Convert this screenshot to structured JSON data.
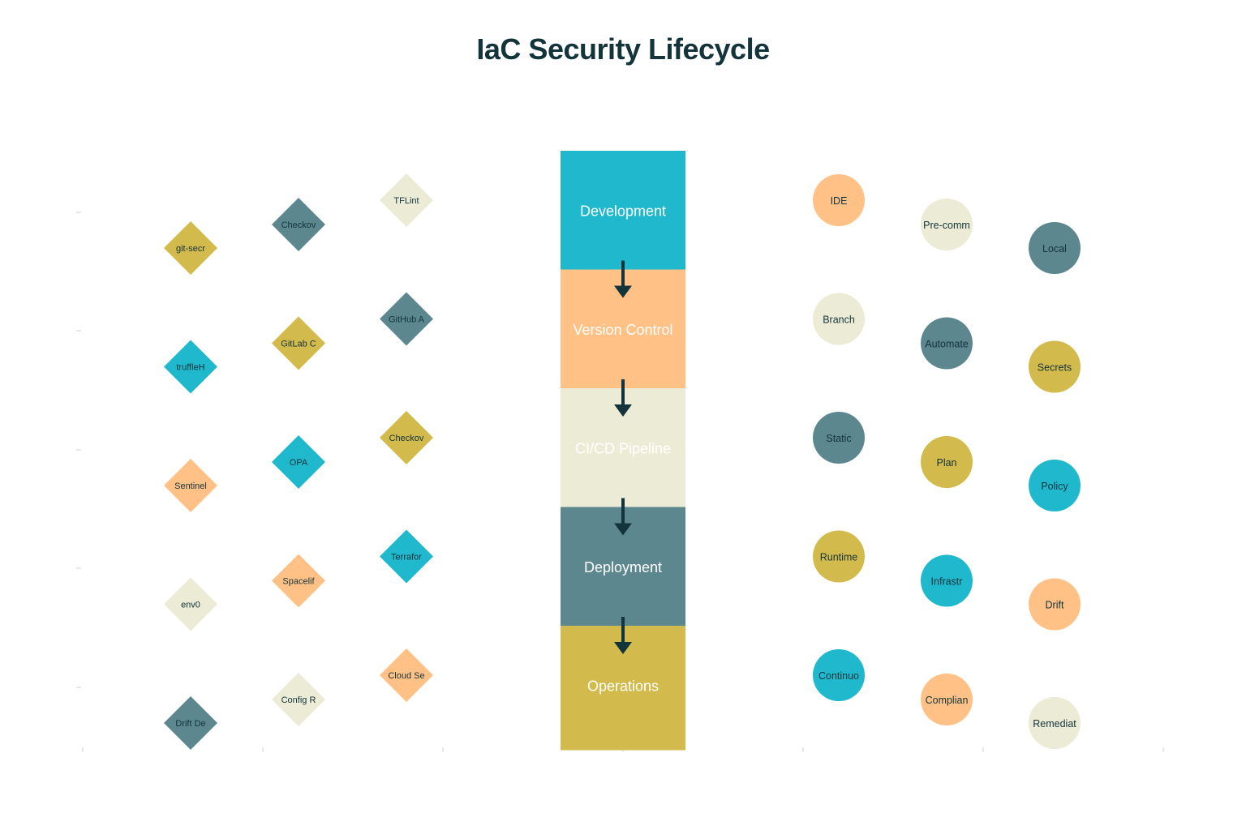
{
  "title": "IaC Security Lifecycle",
  "colors": {
    "teal": "#1fb8cd",
    "peach": "#ffc185",
    "cream": "#ecebd5",
    "slate": "#5d878f",
    "mustard": "#d2ba4c",
    "arrow": "#13343b",
    "text_dark": "#13343b",
    "text_light": "#ffffff"
  },
  "stages": [
    {
      "label": "Development",
      "color": "teal",
      "text": "text_light"
    },
    {
      "label": "Version Control",
      "color": "peach",
      "text": "text_light"
    },
    {
      "label": "CI/CD Pipeline",
      "color": "cream",
      "text": "text_light"
    },
    {
      "label": "Deployment",
      "color": "slate",
      "text": "text_light"
    },
    {
      "label": "Operations",
      "color": "mustard",
      "text": "text_light"
    }
  ],
  "tools": [
    {
      "label": "git-secr",
      "color": "mustard",
      "col": 0,
      "row": 0
    },
    {
      "label": "truffleH",
      "color": "teal",
      "col": 0,
      "row": 1
    },
    {
      "label": "Sentinel",
      "color": "peach",
      "col": 0,
      "row": 2
    },
    {
      "label": "env0",
      "color": "cream",
      "col": 0,
      "row": 3
    },
    {
      "label": "Drift De",
      "color": "slate",
      "col": 0,
      "row": 4
    },
    {
      "label": "Checkov",
      "color": "slate",
      "col": 1,
      "row": 0
    },
    {
      "label": "GitLab C",
      "color": "mustard",
      "col": 1,
      "row": 1
    },
    {
      "label": "OPA",
      "color": "teal",
      "col": 1,
      "row": 2
    },
    {
      "label": "Spacelif",
      "color": "peach",
      "col": 1,
      "row": 3
    },
    {
      "label": "Config R",
      "color": "cream",
      "col": 1,
      "row": 4
    },
    {
      "label": "TFLint",
      "color": "cream",
      "col": 2,
      "row": 0
    },
    {
      "label": "GitHub A",
      "color": "slate",
      "col": 2,
      "row": 1
    },
    {
      "label": "Checkov",
      "color": "mustard",
      "col": 2,
      "row": 2
    },
    {
      "label": "Terrafor",
      "color": "teal",
      "col": 2,
      "row": 3
    },
    {
      "label": "Cloud Se",
      "color": "peach",
      "col": 2,
      "row": 4
    }
  ],
  "practices": [
    {
      "label": "IDE",
      "color": "peach",
      "col": 0,
      "row": 0
    },
    {
      "label": "Branch",
      "color": "cream",
      "col": 0,
      "row": 1
    },
    {
      "label": "Static",
      "color": "slate",
      "col": 0,
      "row": 2
    },
    {
      "label": "Runtime",
      "color": "mustard",
      "col": 0,
      "row": 3
    },
    {
      "label": "Continuo",
      "color": "teal",
      "col": 0,
      "row": 4
    },
    {
      "label": "Pre-comm",
      "color": "cream",
      "col": 1,
      "row": 0
    },
    {
      "label": "Automate",
      "color": "slate",
      "col": 1,
      "row": 1
    },
    {
      "label": "Plan",
      "color": "mustard",
      "col": 1,
      "row": 2
    },
    {
      "label": "Infrastr",
      "color": "teal",
      "col": 1,
      "row": 3
    },
    {
      "label": "Complian",
      "color": "peach",
      "col": 1,
      "row": 4
    },
    {
      "label": "Local",
      "color": "slate",
      "col": 2,
      "row": 0
    },
    {
      "label": "Secrets",
      "color": "mustard",
      "col": 2,
      "row": 1
    },
    {
      "label": "Policy",
      "color": "teal",
      "col": 2,
      "row": 2
    },
    {
      "label": "Drift",
      "color": "peach",
      "col": 2,
      "row": 3
    },
    {
      "label": "Remediat",
      "color": "cream",
      "col": 2,
      "row": 4
    }
  ]
}
